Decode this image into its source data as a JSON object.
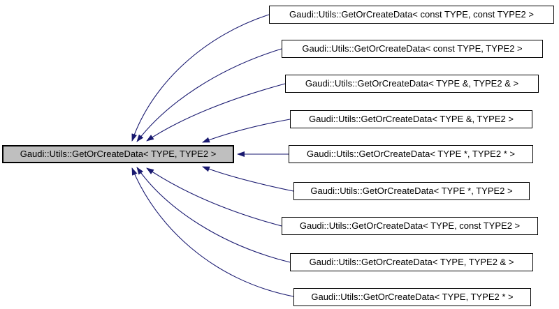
{
  "diagram": {
    "type": "class-inheritance-graph",
    "colors": {
      "background": "#ffffff",
      "edge": "#191970",
      "node_border": "#000000",
      "selected_node_fill": "#bfbfbf",
      "text": "#000000"
    },
    "main_node": {
      "label": "Gaudi::Utils::GetOrCreateData< TYPE, TYPE2 >"
    },
    "derived_nodes": [
      {
        "label": "Gaudi::Utils::GetOrCreateData< const TYPE, const TYPE2 >"
      },
      {
        "label": "Gaudi::Utils::GetOrCreateData< const TYPE, TYPE2 >"
      },
      {
        "label": "Gaudi::Utils::GetOrCreateData< TYPE &, TYPE2 & >"
      },
      {
        "label": "Gaudi::Utils::GetOrCreateData< TYPE &, TYPE2 >"
      },
      {
        "label": "Gaudi::Utils::GetOrCreateData< TYPE *, TYPE2 * >"
      },
      {
        "label": "Gaudi::Utils::GetOrCreateData< TYPE *, TYPE2 >"
      },
      {
        "label": "Gaudi::Utils::GetOrCreateData< TYPE, const TYPE2 >"
      },
      {
        "label": "Gaudi::Utils::GetOrCreateData< TYPE, TYPE2 & >"
      },
      {
        "label": "Gaudi::Utils::GetOrCreateData< TYPE, TYPE2 * >"
      }
    ],
    "edges": [
      {
        "from": 0,
        "to": "main"
      },
      {
        "from": 1,
        "to": "main"
      },
      {
        "from": 2,
        "to": "main"
      },
      {
        "from": 3,
        "to": "main"
      },
      {
        "from": 4,
        "to": "main"
      },
      {
        "from": 5,
        "to": "main"
      },
      {
        "from": 6,
        "to": "main"
      },
      {
        "from": 7,
        "to": "main"
      },
      {
        "from": 8,
        "to": "main"
      }
    ]
  }
}
